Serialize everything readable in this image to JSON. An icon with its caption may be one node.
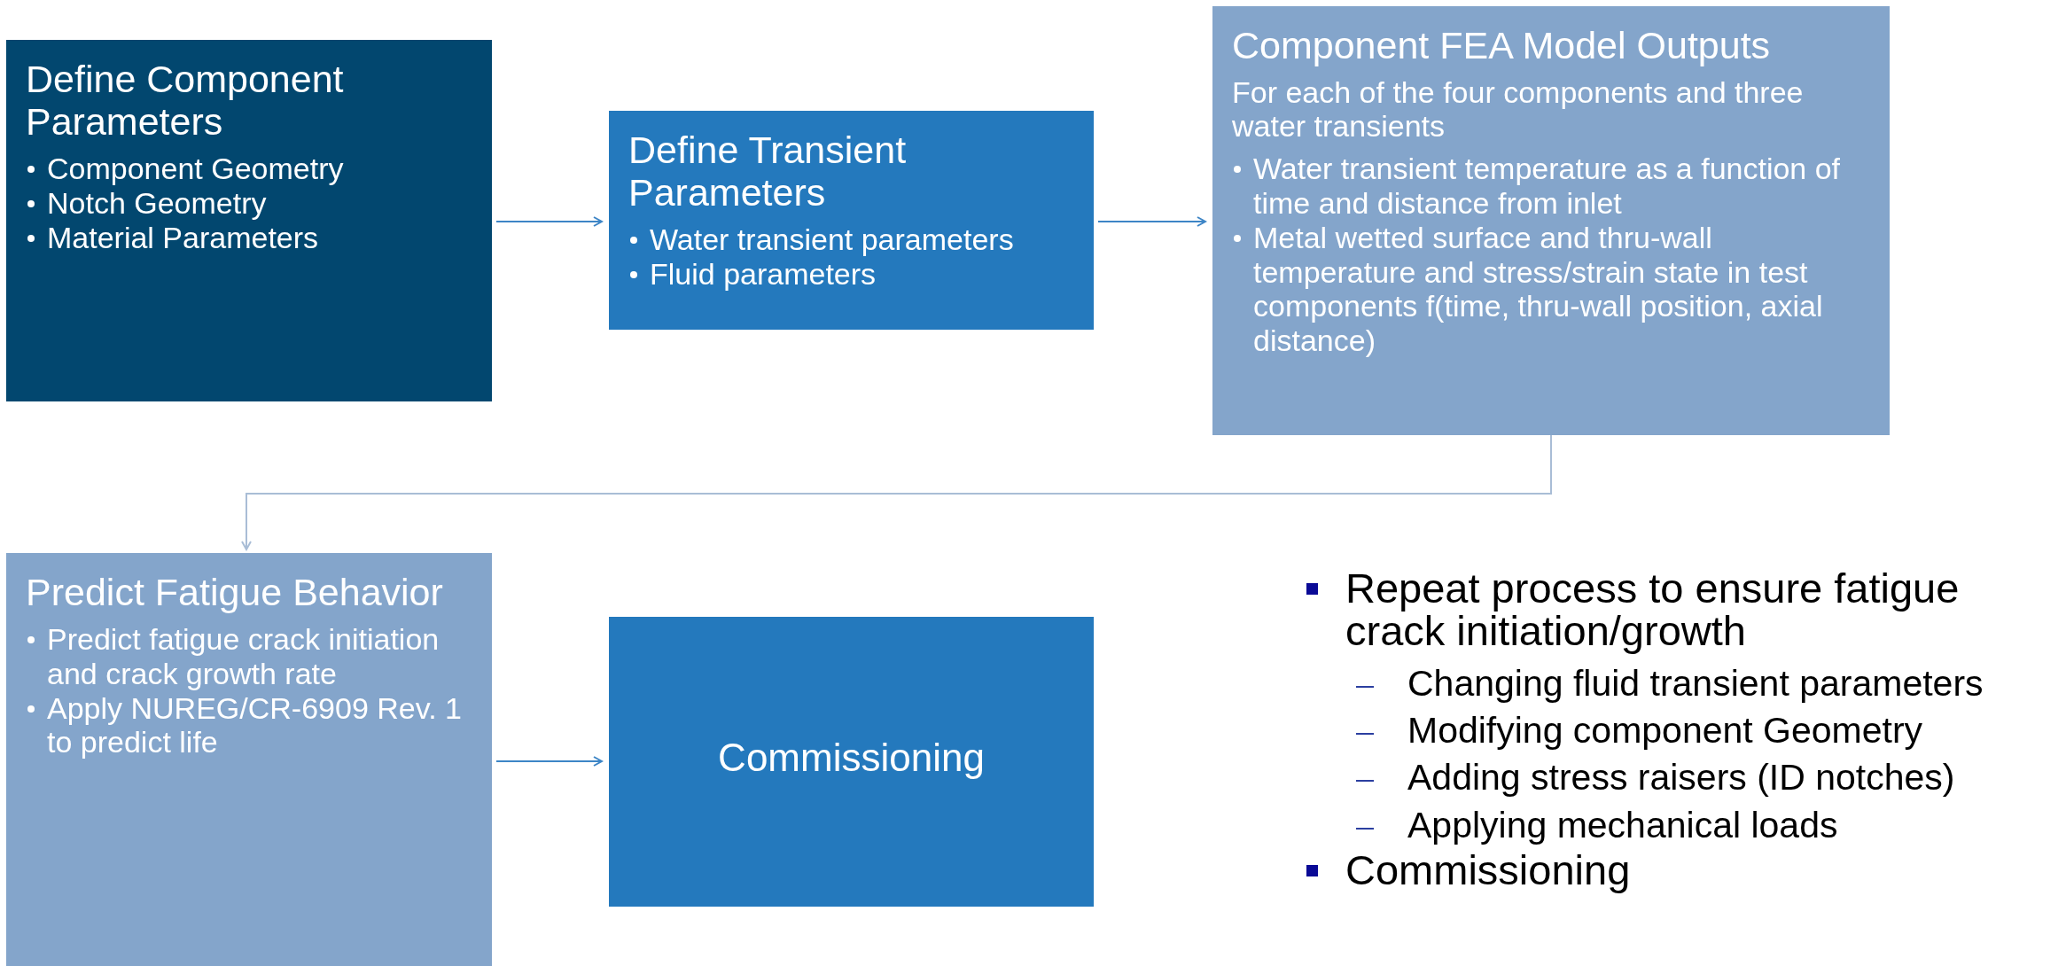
{
  "diagram": {
    "nodes": [
      {
        "text": [
          "Define Component Parameters",
          "Component Geometry",
          "Notch Geometry",
          "Material Parameters"
        ]
      },
      {
        "text": [
          "Define Transient Parameters",
          "Water transient parameters",
          "Fluid parameters"
        ]
      },
      {
        "text": [
          "Component FEA Model Outputs",
          "For each of the four components and three water transients",
          "Water transient temperature as a function of time and distance from inlet",
          "Metal wetted surface and thru-wall temperature and stress/strain state in test components f(time, thru-wall position, axial distance)"
        ]
      },
      {
        "text": [
          "Predict Fatigue Behavior",
          "Predict fatigue crack initiation and crack growth rate",
          "Apply NUREG/CR-6909 Rev. 1 to predict life"
        ]
      },
      {
        "text": [
          "Commissioning"
        ]
      }
    ],
    "edges": [
      {
        "from": 0,
        "to": 1,
        "arrow": "to"
      },
      {
        "from": 1,
        "to": 2,
        "arrow": "to"
      },
      {
        "from": 2,
        "to": 3,
        "arrow": "to",
        "color": "#a9bdd6"
      },
      {
        "from": 3,
        "to": 4,
        "arrow": "to"
      }
    ],
    "labels": [
      "Repeat process to ensure fatigue crack initiation/growth",
      "Changing fluid transient parameters",
      "Modifying component Geometry",
      "Adding stress raisers (ID notches)",
      "Applying mechanical loads",
      "Commissioning"
    ]
  }
}
